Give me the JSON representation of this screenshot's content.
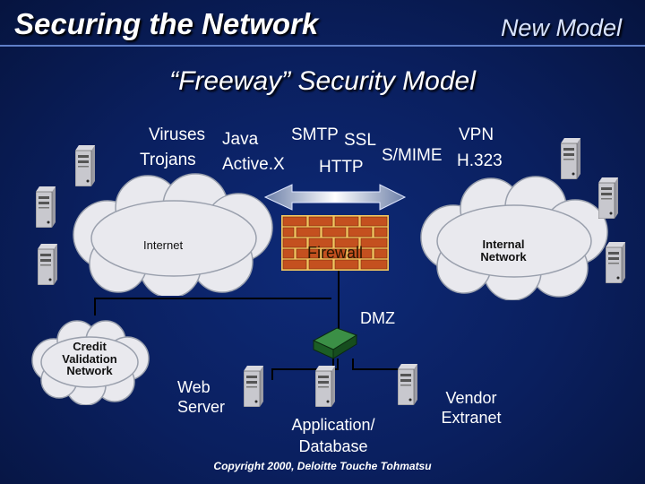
{
  "header": {
    "title": "Securing the Network",
    "tag": "New Model"
  },
  "subtitle": "“Freeway” Security Model",
  "threats": {
    "col1": [
      "Viruses",
      "Trojans"
    ],
    "col2": [
      "Java",
      "Active.X"
    ]
  },
  "protocols": {
    "smtp": "SMTP",
    "ssl": "SSL",
    "http": "HTTP",
    "smime": "S/MIME",
    "vpn": "VPN",
    "h323": "H.323"
  },
  "networks": {
    "internet": "Internet",
    "internal": "Internal Network",
    "credit": "Credit Validation Network"
  },
  "firewall": "Firewall",
  "dmz": "DMZ",
  "servers": {
    "web": "Web Server",
    "app": "Application/ Database",
    "vendor": "Vendor Extranet"
  },
  "footer": "Copyright 2000, Deloitte Touche Tohmatsu",
  "colors": {
    "background": "#0a1f5e",
    "cloud": "#e9e9ee",
    "firewall": "#c4501f",
    "mortar": "#f2c560",
    "switch": "#1f6e2a"
  },
  "icons": [
    "server-icon",
    "cloud-icon",
    "firewall-icon",
    "network-switch-icon",
    "bidirectional-arrow-icon"
  ]
}
